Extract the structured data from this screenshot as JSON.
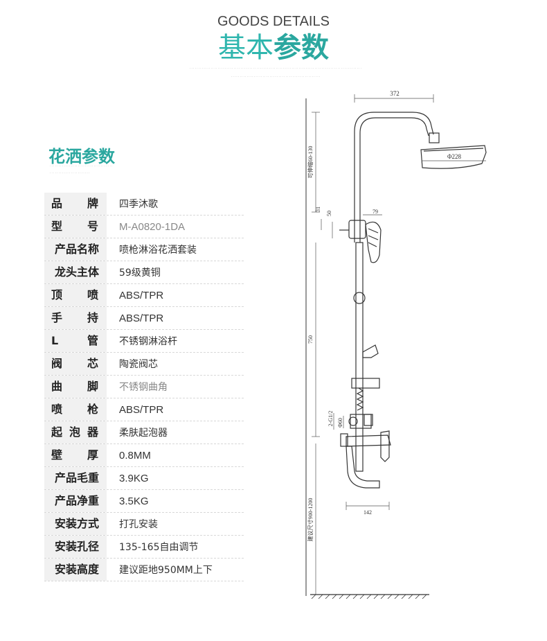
{
  "header": {
    "title_en": "GOODS DETAILS",
    "title_cn_light": "基本",
    "title_cn_bold": "参数"
  },
  "spec": {
    "title": "花洒参数",
    "rows": [
      {
        "label": "品牌",
        "value": "四季沐歌"
      },
      {
        "label": "型号",
        "value": "M-A0820-1DA"
      },
      {
        "label": "产品名称",
        "value": "喷枪淋浴花洒套装"
      },
      {
        "label": "龙头主体",
        "value": "59级黄铜"
      },
      {
        "label": "顶喷",
        "value": "ABS/TPR"
      },
      {
        "label": "手持",
        "value": "ABS/TPR"
      },
      {
        "label": "L管",
        "value": "不锈钢淋浴杆"
      },
      {
        "label": "阀芯",
        "value": "陶瓷阀芯"
      },
      {
        "label": "曲脚",
        "value": "不锈钢曲角"
      },
      {
        "label": "喷枪",
        "value": "ABS/TPR"
      },
      {
        "label": "起泡器",
        "value": "柔肤起泡器"
      },
      {
        "label": "壁厚",
        "value": "0.8MM"
      },
      {
        "label": "产品毛重",
        "value": "3.9KG"
      },
      {
        "label": "产品净重",
        "value": "3.5KG"
      },
      {
        "label": "安装方式",
        "value": "打孔安装"
      },
      {
        "label": "安装孔径",
        "value": "135-165自由调节"
      },
      {
        "label": "安装高度",
        "value": "建议距地950MM上下"
      }
    ]
  },
  "drawing": {
    "dim_top_width": "372",
    "dim_head_diameter": "Φ228",
    "dim_adjustable": "可伸缩60-130",
    "dim_31": "31",
    "dim_50": "50",
    "dim_79": "79",
    "dim_750": "750",
    "dim_thread": "2-G1/2",
    "dim_phi60": "Φ60",
    "dim_142": "142",
    "dim_install": "建议尺寸900-1200"
  }
}
